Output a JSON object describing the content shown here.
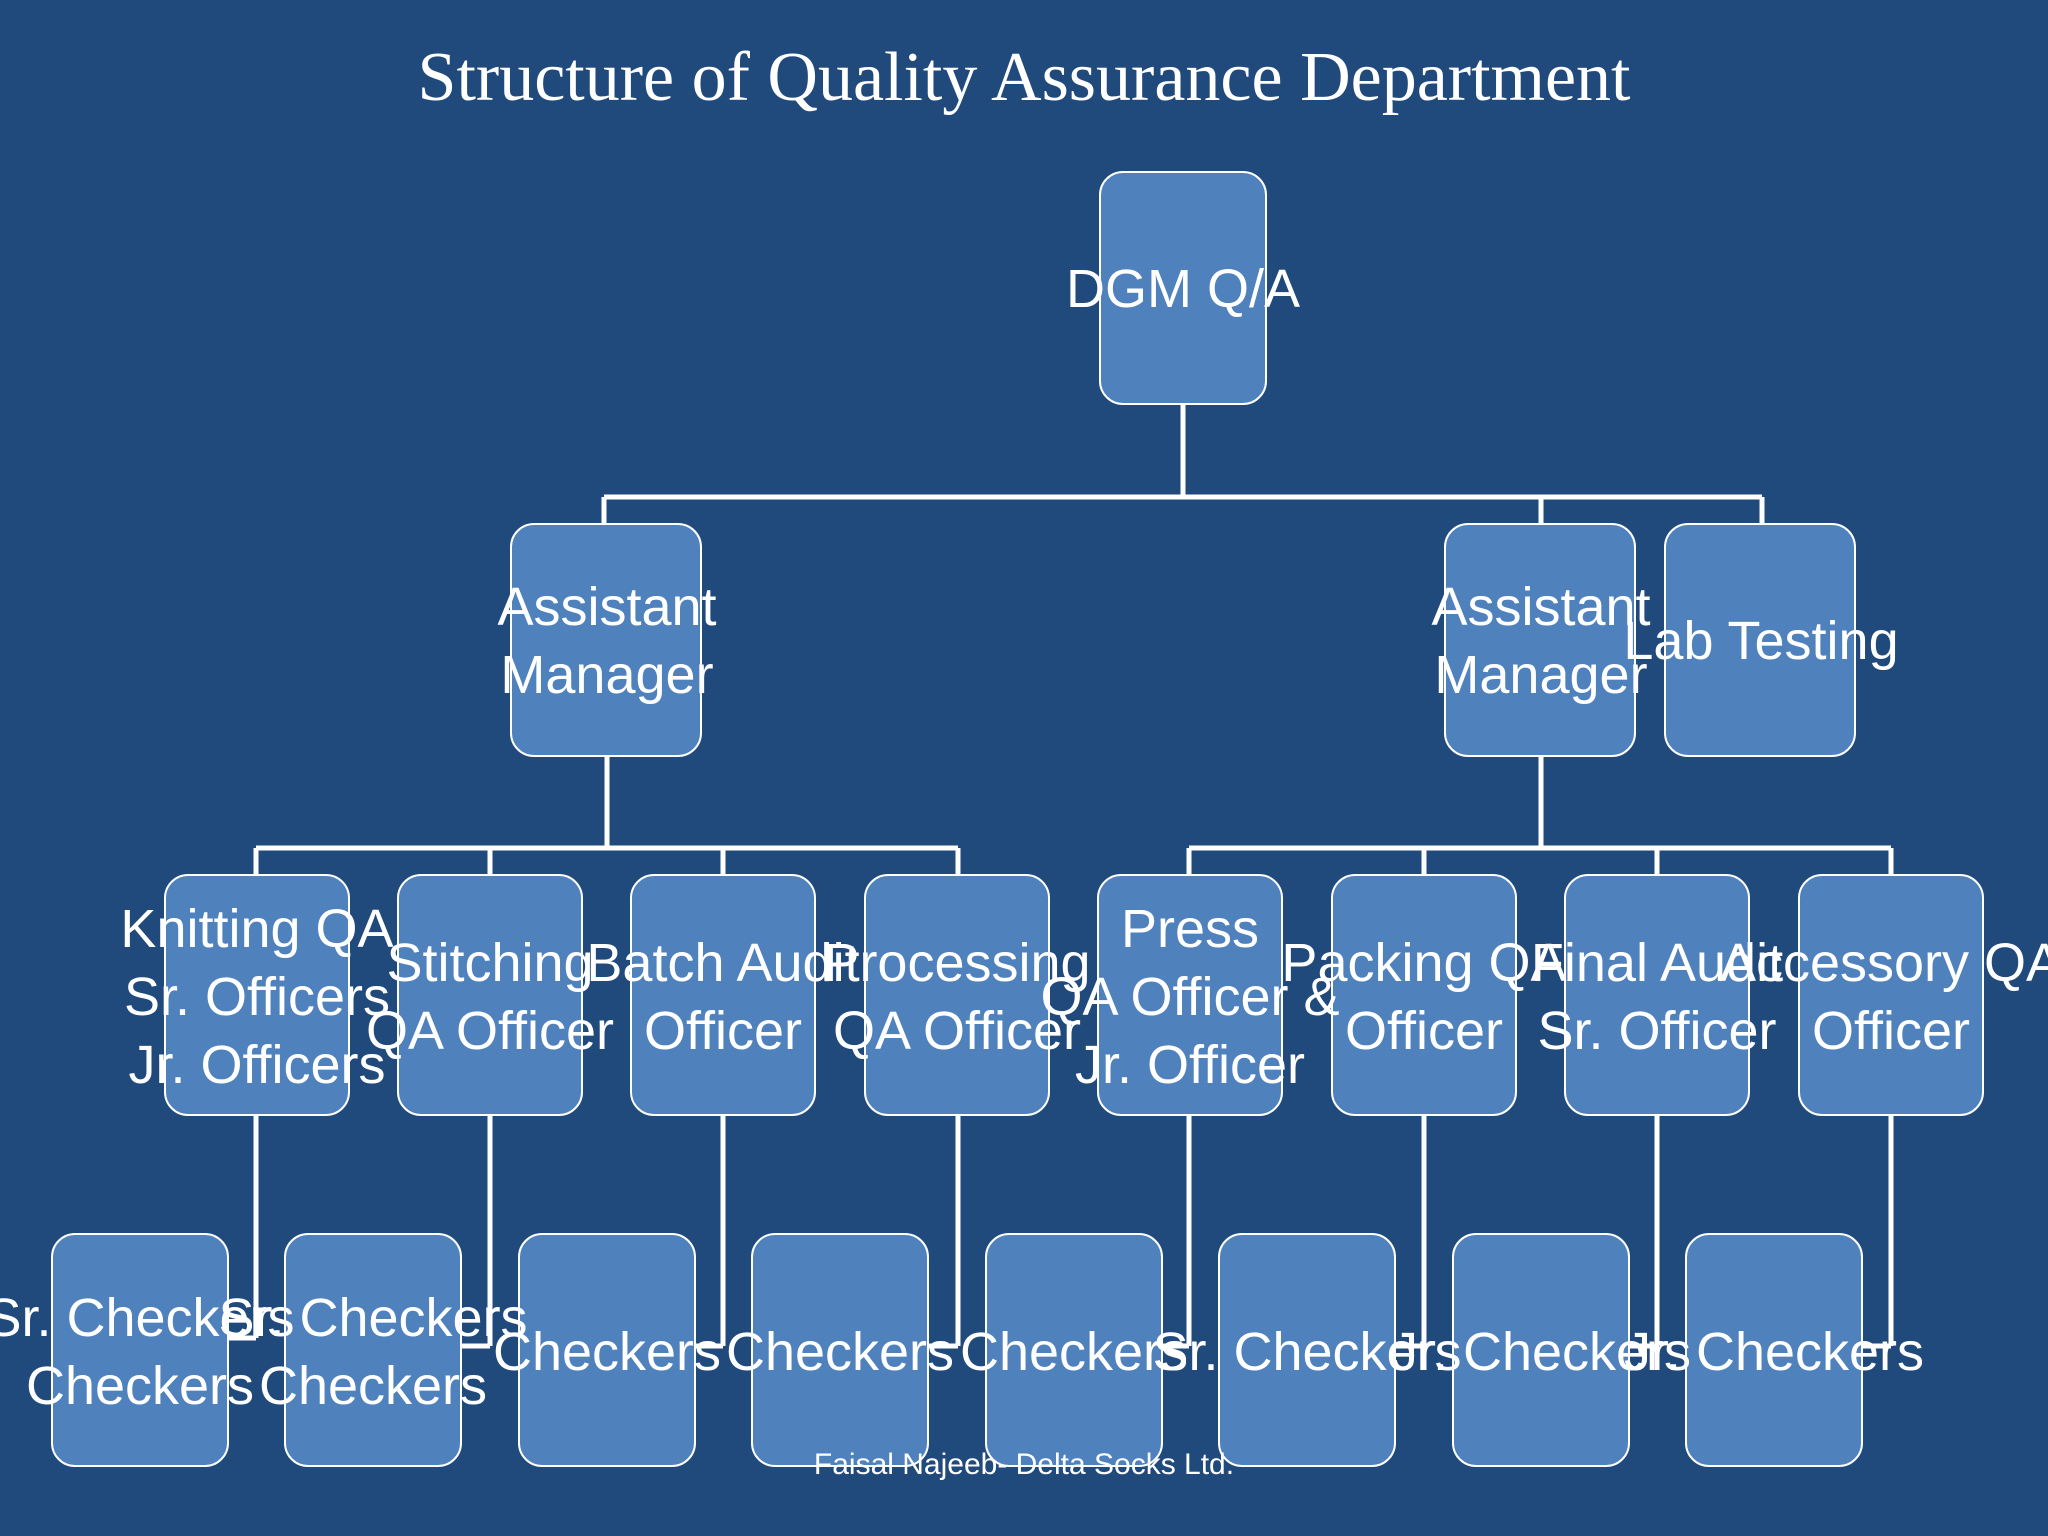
{
  "title": "Structure of Quality Assurance Department",
  "footer": "Faisal Najeeb- Delta Socks Ltd.",
  "colors": {
    "background": "#214a7c",
    "box_fill": "#4f81bd",
    "line": "#ffffff",
    "text": "#ffffff"
  },
  "nodes": [
    {
      "id": "dgm",
      "parent": null,
      "lines": [
        "DGM Q/A"
      ]
    },
    {
      "id": "am1",
      "parent": "dgm",
      "lines": [
        "Assistant",
        "Manager"
      ]
    },
    {
      "id": "am2",
      "parent": "dgm",
      "lines": [
        "Assistant",
        "Manager"
      ]
    },
    {
      "id": "lab",
      "parent": "dgm",
      "lines": [
        "Lab Testing"
      ]
    },
    {
      "id": "knit",
      "parent": "am1",
      "lines": [
        "Knitting QA",
        "Sr. Officers",
        "Jr.  Officers"
      ]
    },
    {
      "id": "stitch",
      "parent": "am1",
      "lines": [
        "Stitching",
        "QA Officer"
      ]
    },
    {
      "id": "batch",
      "parent": "am1",
      "lines": [
        "Batch Audit",
        "Officer"
      ]
    },
    {
      "id": "proc",
      "parent": "am1",
      "lines": [
        "Processing",
        "QA Officer"
      ]
    },
    {
      "id": "press",
      "parent": "am2",
      "lines": [
        "Press",
        "QA Officer &",
        "Jr. Officer"
      ]
    },
    {
      "id": "pack",
      "parent": "am2",
      "lines": [
        "Packing QA",
        "Officer"
      ]
    },
    {
      "id": "final",
      "parent": "am2",
      "lines": [
        "Final Audit",
        "Sr. Officer"
      ]
    },
    {
      "id": "acc",
      "parent": "am2",
      "lines": [
        "Accessory QA",
        "Officer"
      ]
    },
    {
      "id": "c_knit",
      "parent": "knit",
      "lines": [
        "Sr. Checkers",
        "Checkers"
      ]
    },
    {
      "id": "c_stitch",
      "parent": "stitch",
      "lines": [
        "Sr. Checkers",
        "Checkers"
      ]
    },
    {
      "id": "c_batch",
      "parent": "batch",
      "lines": [
        "Checkers"
      ]
    },
    {
      "id": "c_proc",
      "parent": "proc",
      "lines": [
        "Checkers"
      ]
    },
    {
      "id": "c_press",
      "parent": "press",
      "lines": [
        "Checkers"
      ]
    },
    {
      "id": "c_pack",
      "parent": "pack",
      "lines": [
        "Sr. Checkers"
      ]
    },
    {
      "id": "c_final",
      "parent": "final",
      "lines": [
        "Jr. Checkers"
      ]
    },
    {
      "id": "c_acc",
      "parent": "acc",
      "lines": [
        "Jr. Checkers"
      ]
    }
  ]
}
